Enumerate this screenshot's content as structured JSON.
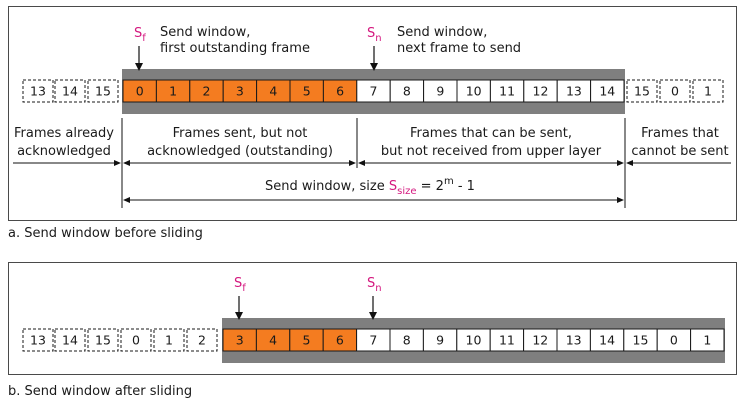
{
  "panel_a": {
    "frames": [
      "13",
      "14",
      "15",
      "0",
      "1",
      "2",
      "3",
      "4",
      "5",
      "6",
      "7",
      "8",
      "9",
      "10",
      "11",
      "12",
      "13",
      "14",
      "15",
      "0",
      "1"
    ],
    "sf_label": {
      "main": "S",
      "sub": "f"
    },
    "sn_label": {
      "main": "S",
      "sub": "n"
    },
    "sf_desc": [
      "Send window,",
      "first outstanding frame"
    ],
    "sn_desc": [
      "Send window,",
      "next frame to send"
    ],
    "regions": {
      "acknowledged": [
        "Frames already",
        "acknowledged"
      ],
      "outstanding": [
        "Frames sent, but not",
        "acknowledged (outstanding)"
      ],
      "can_send": [
        "Frames that can be sent,",
        "but not received from upper layer"
      ],
      "cannot_send": [
        "Frames that",
        "cannot be sent"
      ]
    },
    "size_label": {
      "prefix": "Send window, size ",
      "s": "S",
      "sub": "size",
      "eq": " = 2",
      "sup": "m",
      "suffix": " - 1"
    },
    "caption": "a. Send window before sliding"
  },
  "panel_b": {
    "frames": [
      "13",
      "14",
      "15",
      "0",
      "1",
      "2",
      "3",
      "4",
      "5",
      "6",
      "7",
      "8",
      "9",
      "10",
      "11",
      "12",
      "13",
      "14",
      "15",
      "0",
      "1"
    ],
    "sf_label": {
      "main": "S",
      "sub": "f"
    },
    "sn_label": {
      "main": "S",
      "sub": "n"
    },
    "caption": "b. Send window after sliding"
  },
  "colors": {
    "outstanding_fill": "#f47c20",
    "window_band": "#7f7f7f",
    "pointer_label": "#d4187f",
    "border": "#4a4a4a"
  }
}
